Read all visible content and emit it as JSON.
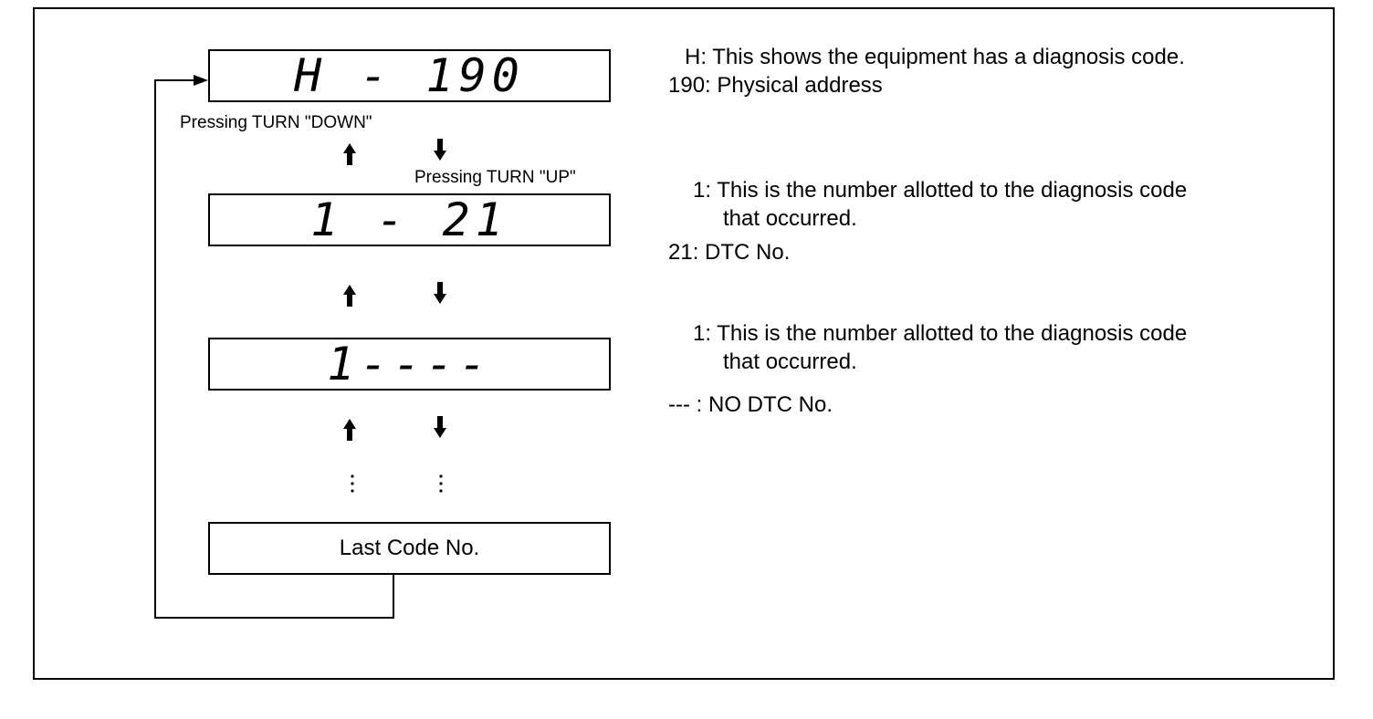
{
  "diagram": {
    "displays": {
      "h_code": "H - 190",
      "dtc_code": "1 - 21",
      "no_dtc": "1----",
      "last": "Last Code No."
    },
    "labels": {
      "turn_down": "Pressing TURN \"DOWN\"",
      "turn_up": "Pressing TURN \"UP\""
    },
    "descriptions": {
      "h_line": "H: This shows the equipment has a diagnosis  code.",
      "addr_line": "190: Physical address",
      "dtc_line1": "1: This is the number allotted to the diagnosis code",
      "dtc_line2": "that occurred.",
      "dtc_line3": "21: DTC No.",
      "nodtc_line1": "1: This is the number allotted to the diagnosis code",
      "nodtc_line2": "that occurred.",
      "nodtc_line3": "--- : NO DTC No."
    },
    "colors": {
      "line": "#000000",
      "background": "#ffffff"
    }
  }
}
